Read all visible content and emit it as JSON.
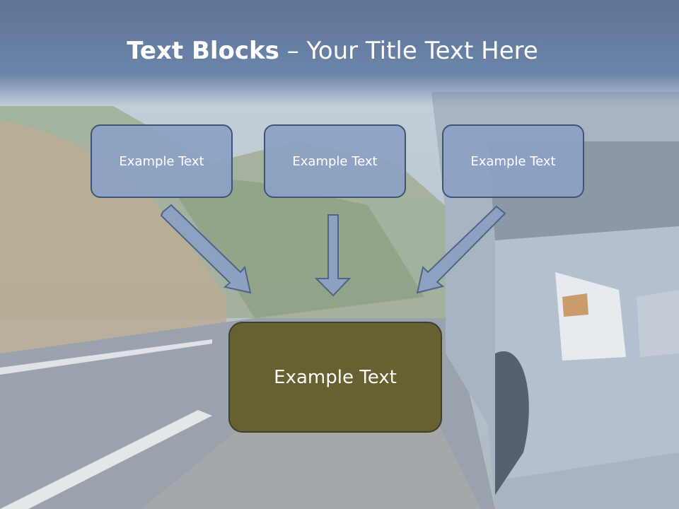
{
  "slide": {
    "title_bold": "Text Blocks",
    "title_sep": " – ",
    "title_rest": "Your Title Text Here",
    "blocks": [
      {
        "label": "Example Text"
      },
      {
        "label": "Example Text"
      },
      {
        "label": "Example Text"
      }
    ],
    "main_block": {
      "label": "Example Text"
    },
    "colors": {
      "title_band": "#6b84a8",
      "block_fill": "#8ca1c4",
      "block_border": "#3f5578",
      "main_fill": "#656131",
      "arrow_fill": "#8ca1c4"
    },
    "background_image": "road-truck-mountain-photo"
  }
}
